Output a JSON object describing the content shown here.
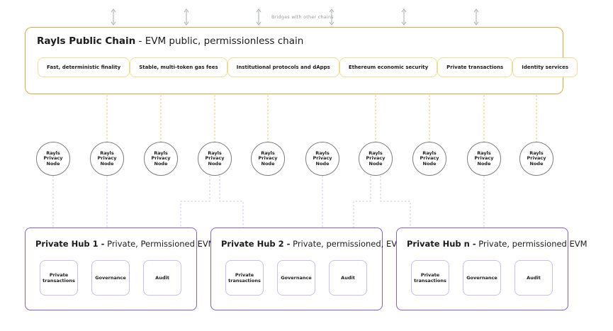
{
  "background_color": "#ffffff",
  "bridges": {
    "label": "Bridges with other chains",
    "arrow_icon": "double-vertical-arrow-icon",
    "arrow_count": 6,
    "arrow_color": "#a6a9b0"
  },
  "public_chain": {
    "title_bold": "Rayls Public Chain",
    "title_rest": " - EVM public, permissionless chain",
    "border_color": "#d8a946",
    "feature_border_color": "#f1dc9b",
    "features": [
      "Fast, deterministic finality",
      "Stable, multi-token gas fees",
      "Institutional protocols and dApps",
      "Ethereum economic security",
      "Private transactions",
      "Identity services"
    ]
  },
  "privacy_nodes": {
    "label": "Rayls Privacy Node",
    "count": 10,
    "border_color": "#7d7d7d"
  },
  "connectors": {
    "public_to_node_color": "#e9c469",
    "node_to_hub_color": "#c9c6f2",
    "style": "dashed"
  },
  "hubs": {
    "border_color": "#8560c8",
    "chip_border_color": "#cdbcf0",
    "items": [
      {
        "title_bold": "Private Hub 1 -",
        "title_rest": " Private, Permissioned EVM",
        "chips": [
          "Private transactions",
          "Governance",
          "Audit"
        ]
      },
      {
        "title_bold": "Private Hub 2 -",
        "title_rest": " Private, permissioned, EVM",
        "chips": [
          "Private transactions",
          "Governance",
          "Audit"
        ]
      },
      {
        "title_bold": "Private Hub n -",
        "title_rest": " Private, permissioned EVM",
        "chips": [
          "Private transactions",
          "Governance",
          "Audit"
        ]
      }
    ]
  }
}
